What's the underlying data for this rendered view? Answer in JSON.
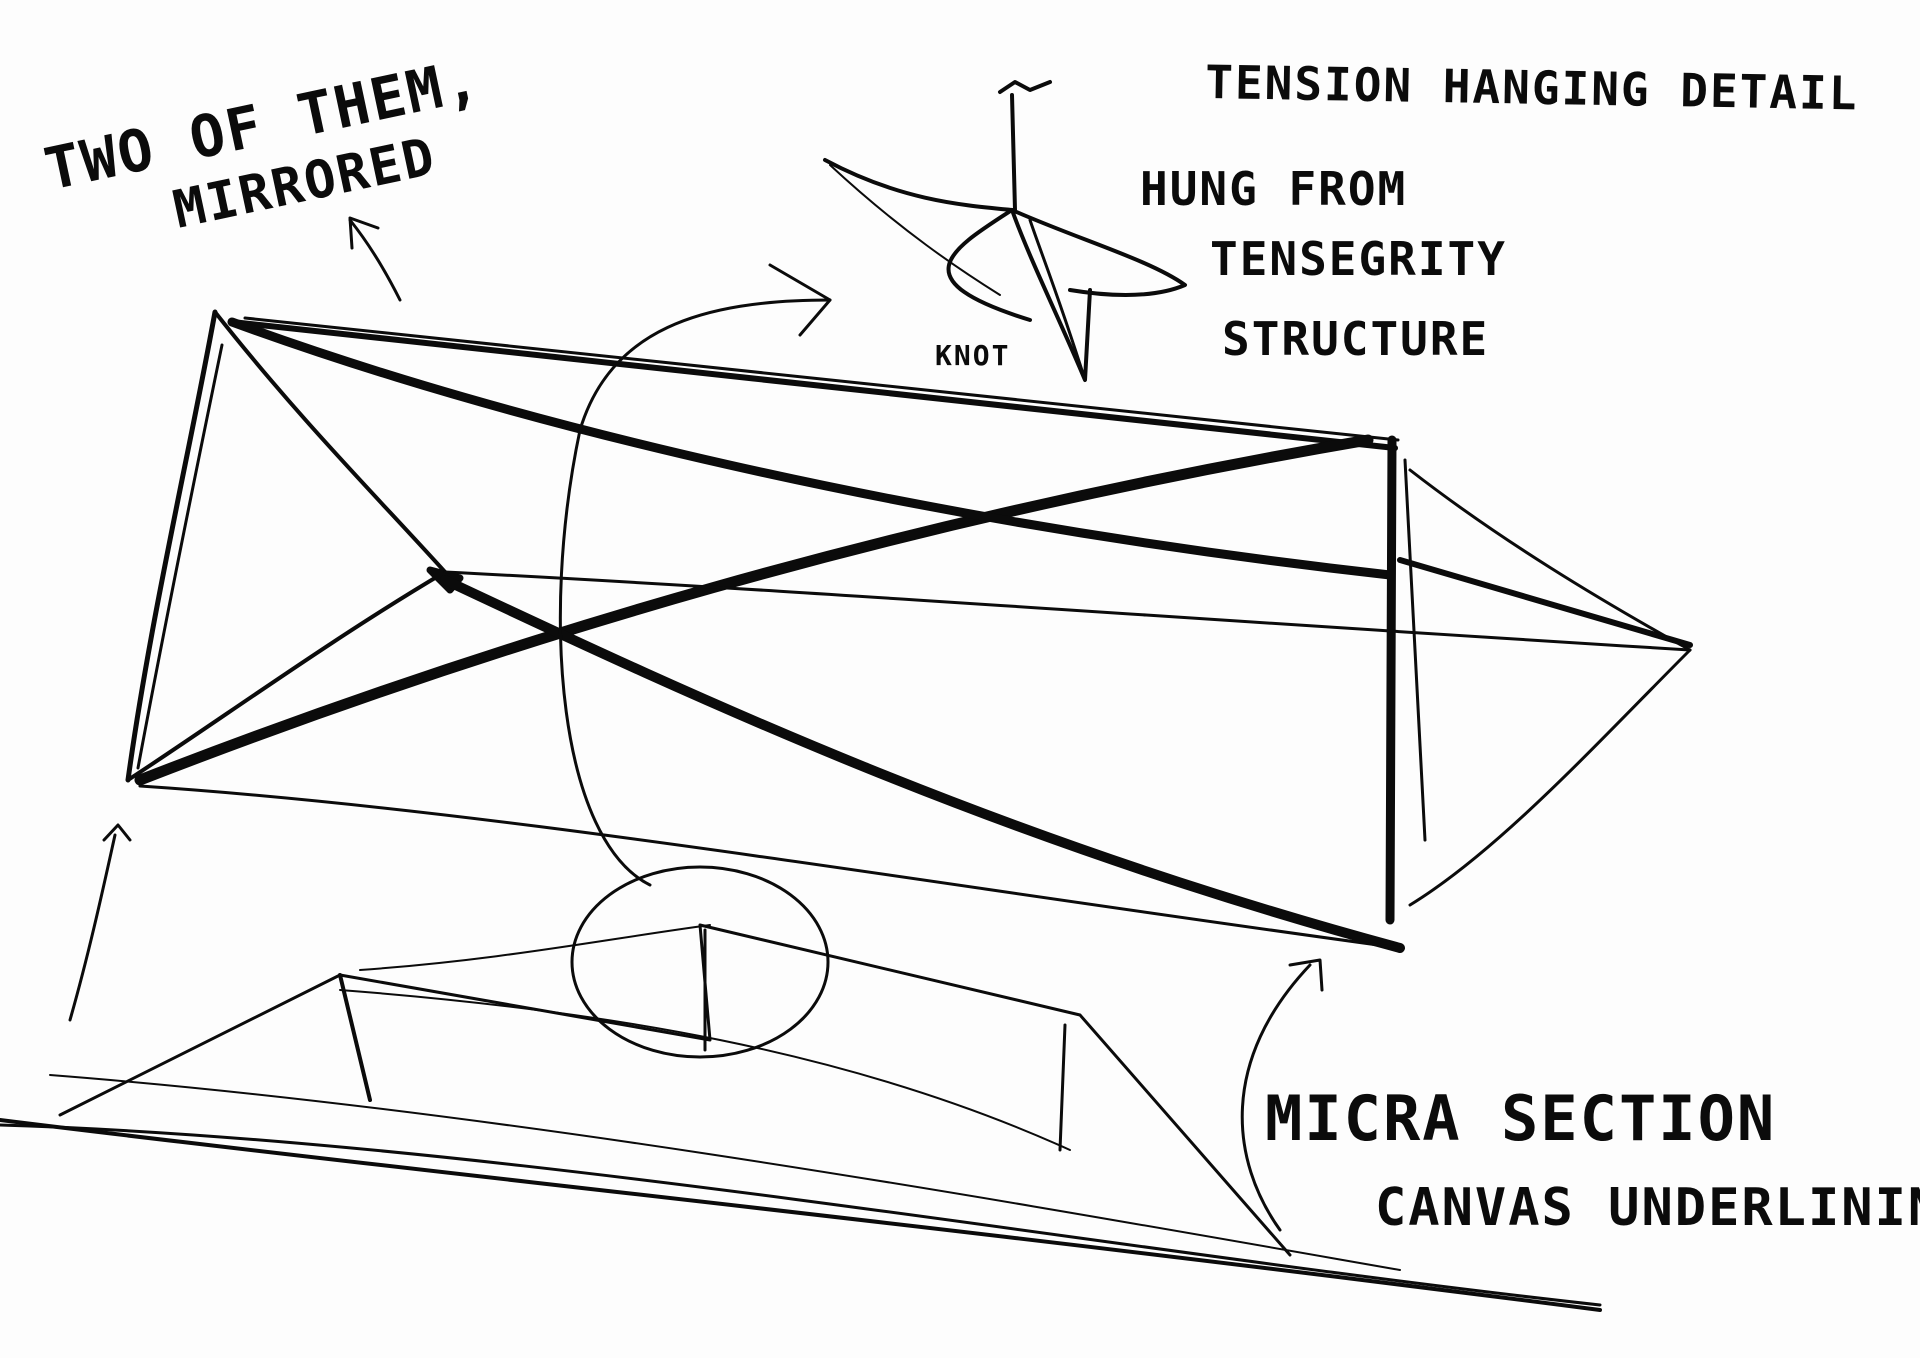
{
  "annotations": {
    "title": "TENSION HANGING DETAIL",
    "two_mirrored_line1": "TWO OF THEM,",
    "two_mirrored_line2": "MIRRORED",
    "hung_line1": "HUNG FROM",
    "hung_line2": "TENSEGRITY",
    "hung_line3": "STRUCTURE",
    "knot": "KNOT",
    "micro_line1": "MICRA SECTION",
    "micro_line2": "CANVAS UNDERLINING"
  },
  "colors": {
    "ink": "#0b0b0b",
    "paper": "#fdfdfd"
  }
}
